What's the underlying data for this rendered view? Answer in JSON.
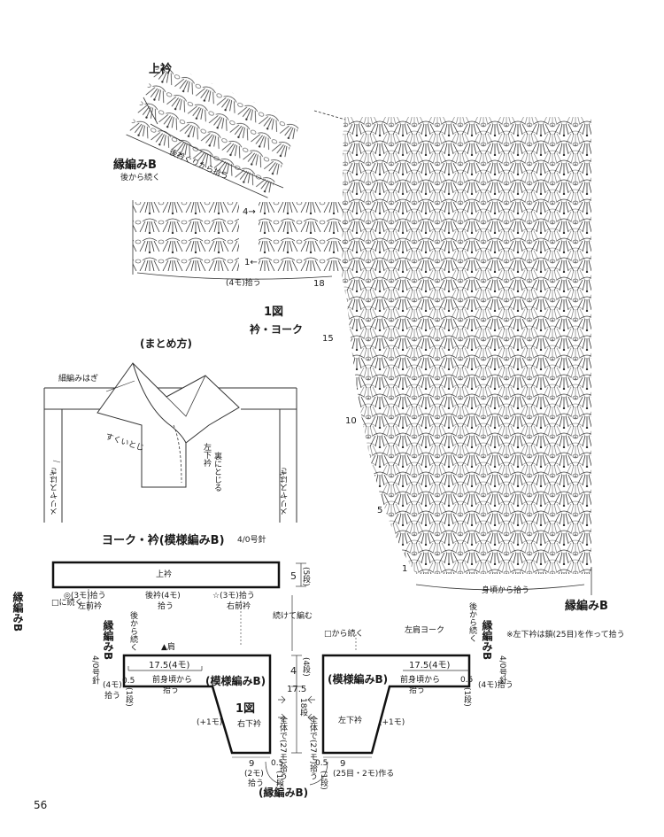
{
  "page_number": "56",
  "chart": {
    "title": "1図",
    "subtitle": "衿・ヨーク",
    "collar_label": "上衿",
    "collar_pickup": "後衿ぐりから拾う",
    "edge_label": "縁編みB",
    "continue_from_back": "後から続く",
    "row_4": "4→",
    "row_1_left": "1←",
    "pickup_4": "(4モ)拾う",
    "row_18": "18",
    "row_15": "15",
    "row_10": "10",
    "row_5": "5",
    "row_1_right": "1",
    "bottom_pickup": "身頃から拾う",
    "edge_label_bottom": "縁編みB"
  },
  "assembly": {
    "title": "(まとめ方)",
    "seam": "細編みはぎ",
    "slip": "すくいとじ",
    "collar_inside": "左下衿",
    "collar_inside2": "裏にとじる",
    "left_stockinette": "メリヤスはぎ",
    "right_stockinette": "メリヤスはぎ"
  },
  "schematic": {
    "title": "ヨーク・衿(模様編みB)",
    "needle": "4/0号針",
    "upper_collar": "上衿",
    "dim_5": "5",
    "dim_5_rows": "(5段)",
    "edge_left": "縁編みB",
    "square_continue": "□に続く",
    "pickup_left_front": "◎(3モ)拾う",
    "left_front_collar": "左前衿",
    "back_collar": "後衿(4モ)",
    "back_collar_pick": "拾う",
    "star_pickup": "☆(3モ)拾う",
    "right_front_collar": "右前衿",
    "continue_knit": "続けて編む",
    "continue_from_back_a": "後から続く",
    "continue_from_back_b": "後から続く",
    "edge_b_left": "縁編みB",
    "edge_b_right": "縁編みB",
    "shoulder": "▲肩",
    "width_175_left": "17.5(4モ)",
    "width_175_right": "17.5(4モ)",
    "dim_4": "4",
    "dim_4_rows": "(4段)",
    "from_square": "□から続く",
    "left_shoulder_yoke": "左肩ヨーク",
    "dim_05_l": "0.5",
    "front_pick_l": "前身頃から",
    "front_pick_l2": "拾う",
    "pattern_b_l": "(模様編みB)",
    "pattern_b_r": "(模様編みB)",
    "front_pick_r": "前身頃から",
    "front_pick_r2": "拾う",
    "dim_05_r": "0.5",
    "one_row_l": "(1段)",
    "one_row_r": "(1段)",
    "pick_4_l": "(4モ)",
    "pick_4_l2": "拾う",
    "pick_4_r": "(4モ)拾う",
    "needle_l": "4/0号針",
    "needle_r": "4/0号針",
    "fig1": "1図",
    "right_under_collar": "右下衿",
    "left_under_collar": "左下衿",
    "plus1_l": "(+1モ)",
    "plus1_r": "(+1モ)",
    "dim_175": "17.5",
    "dim_18_rows": "18段",
    "whole_27_l": "全体で(27モ)拾う",
    "whole_27_r": "全体で(27モ)拾う",
    "dim_9_l": "9",
    "dim_9_l2": "(2モ)",
    "dim_9_l3": "拾う",
    "dim_05_bl": "0.5",
    "dim_1_bl": "(1段)",
    "dim_05_br": "0.5",
    "dim_1_br": "(1段)",
    "dim_9_r": "9",
    "dim_9_r2": "(25目・2モ)作る",
    "edge_bottom": "(縁編みB)",
    "note": "※左下衿は鎖(25目)を作って拾う"
  }
}
